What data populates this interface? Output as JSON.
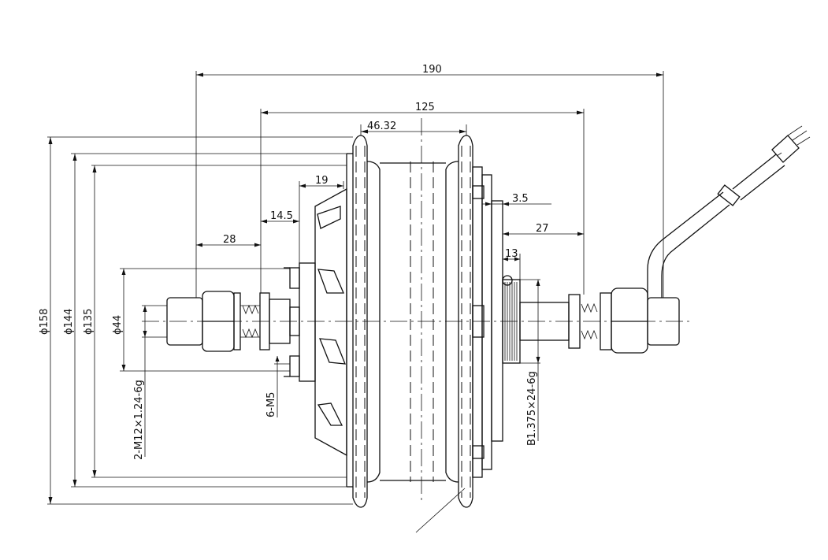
{
  "dimensions": {
    "overall_length": "190",
    "flange_span": "125",
    "flange_offset": "46.32",
    "left_step_19": "19",
    "left_step_14_5": "14.5",
    "left_axle_28": "28",
    "right_gap_3_5": "3.5",
    "right_axle_27": "27",
    "right_freewheel_13": "13"
  },
  "diameters": {
    "d158": "ϕ158",
    "d144": "ϕ144",
    "d135": "ϕ135",
    "d44": "ϕ44"
  },
  "threads": {
    "axle": "2-M12×1.24-6g",
    "bolts": "6-M5",
    "freewheel": "B1.375×24-6g"
  }
}
